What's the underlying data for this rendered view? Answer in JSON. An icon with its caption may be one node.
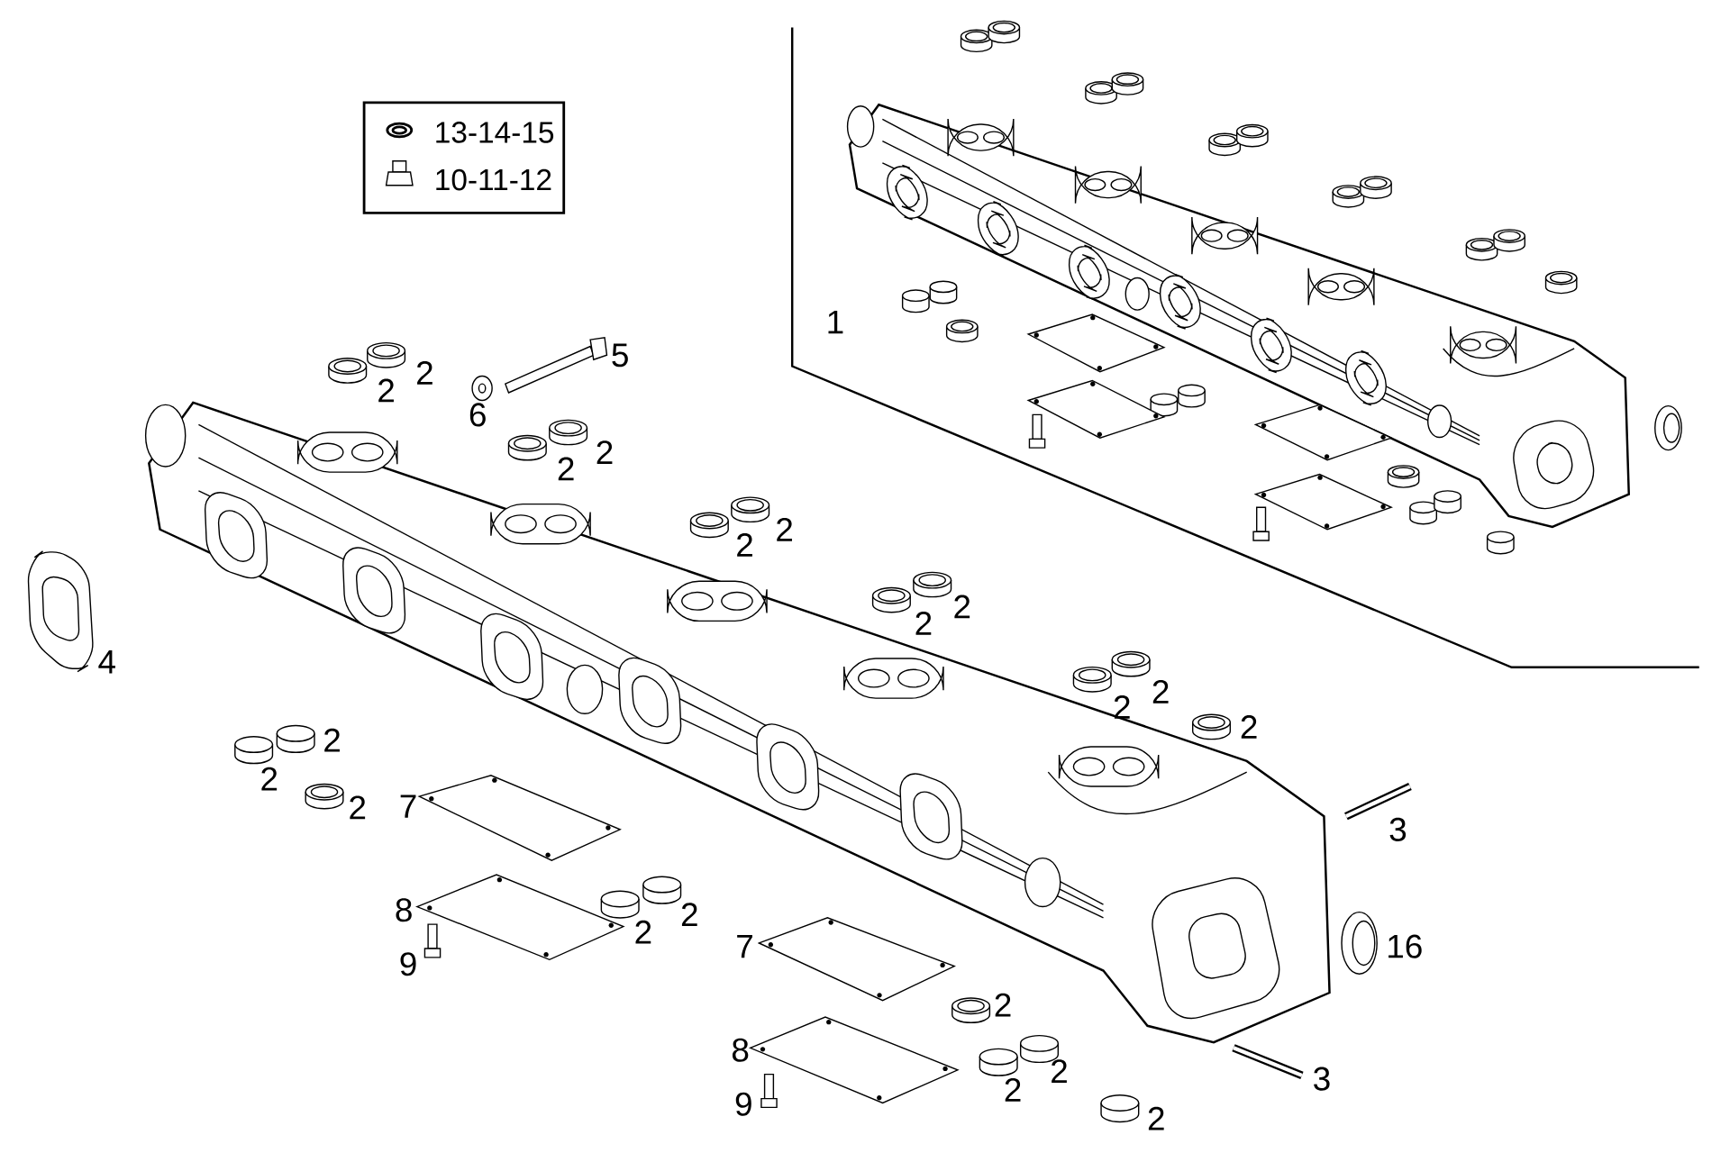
{
  "diagram": {
    "labels": [
      "1",
      "2",
      "2",
      "5",
      "6",
      "2",
      "2",
      "2",
      "2",
      "2",
      "2",
      "4",
      "2",
      "2",
      "2",
      "2",
      "2",
      "2",
      "7",
      "3",
      "8",
      "2",
      "2",
      "9",
      "7",
      "16",
      "2",
      "8",
      "2",
      "2",
      "3",
      "9",
      "2"
    ],
    "legend": [
      {
        "text": "13-14-15"
      },
      {
        "text": "10-11-12"
      }
    ]
  }
}
